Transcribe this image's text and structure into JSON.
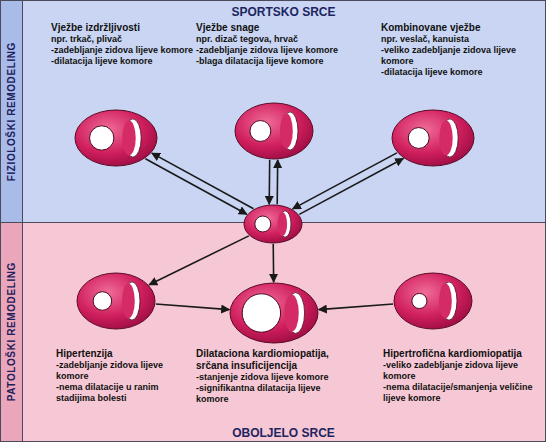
{
  "diagram": {
    "nodes": [
      {
        "text": [
          "SPORTSKO SRCE",
          "FIZIOLOŠKI REMODELING"
        ]
      },
      {
        "text": [
          "Vježbe izdržljivosti",
          "npr. trkač, plivač",
          "-zadebljanje zidova lijeve komore",
          "-dilatacija lijeve komore"
        ],
        "in": 0
      },
      {
        "text": [
          "Vježbe snage",
          "npr. dizač tegova, hrvač",
          "-zadebljanje zidova lijeve komore",
          "-blaga dilatacija lijeve komore"
        ],
        "in": 0
      },
      {
        "text": [
          "Kombinovane vježbe",
          "npr. veslač, kanuista",
          "-veliko zadebljanje zidova lijeve komore",
          "-dilatacija lijeve komore"
        ],
        "in": 0
      },
      {
        "text": []
      },
      {
        "text": [
          "PATOLOŠKI REMODELING",
          "OBOLJELO SRCE"
        ]
      },
      {
        "text": [
          "Hipertenzija",
          "-zadebljanje zidova lijeve komore",
          "-nema dilatacije u ranim stadijima bolesti"
        ],
        "in": 5
      },
      {
        "text": [
          "Dilataciona kardiomiopatija, srčana insuficijencija",
          "-stanjenje zidova lijeve komore",
          "-signifikantna dilatacija lijeve komore"
        ],
        "in": 5
      },
      {
        "text": [
          "Hipertrofična kardiomiopatija",
          "-veliko zadebljanje zidova lijeve komore",
          "-nema dilatacije/smanjenja veličine lijeve komore"
        ],
        "in": 5
      }
    ],
    "edges": [
      {
        "from": 1,
        "to": 4,
        "arrow": "to"
      },
      {
        "from": 4,
        "to": 1,
        "arrow": "to"
      },
      {
        "from": 2,
        "to": 4,
        "arrow": "to"
      },
      {
        "from": 4,
        "to": 2,
        "arrow": "to"
      },
      {
        "from": 3,
        "to": 4,
        "arrow": "to"
      },
      {
        "from": 4,
        "to": 3,
        "arrow": "to"
      },
      {
        "from": 4,
        "to": 6,
        "arrow": "to"
      },
      {
        "from": 4,
        "to": 7,
        "arrow": "to"
      },
      {
        "from": 6,
        "to": 7,
        "arrow": "to"
      },
      {
        "from": 8,
        "to": 7,
        "arrow": "to"
      }
    ]
  }
}
